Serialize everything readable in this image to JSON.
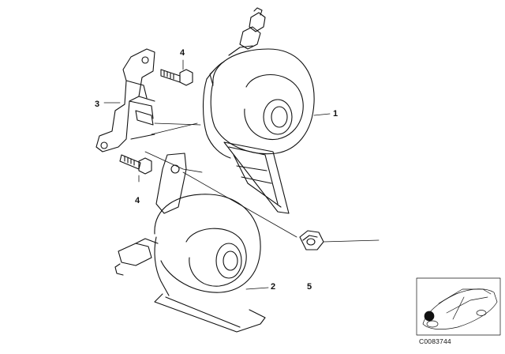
{
  "diagram": {
    "callouts": {
      "horn_high": "1",
      "horn_low": "2",
      "bracket": "3",
      "bolt_upper": "4",
      "bolt_lower": "4",
      "nut": "5"
    },
    "reference_code": "C0083744"
  },
  "colors": {
    "line": "#111111",
    "background": "#ffffff"
  }
}
